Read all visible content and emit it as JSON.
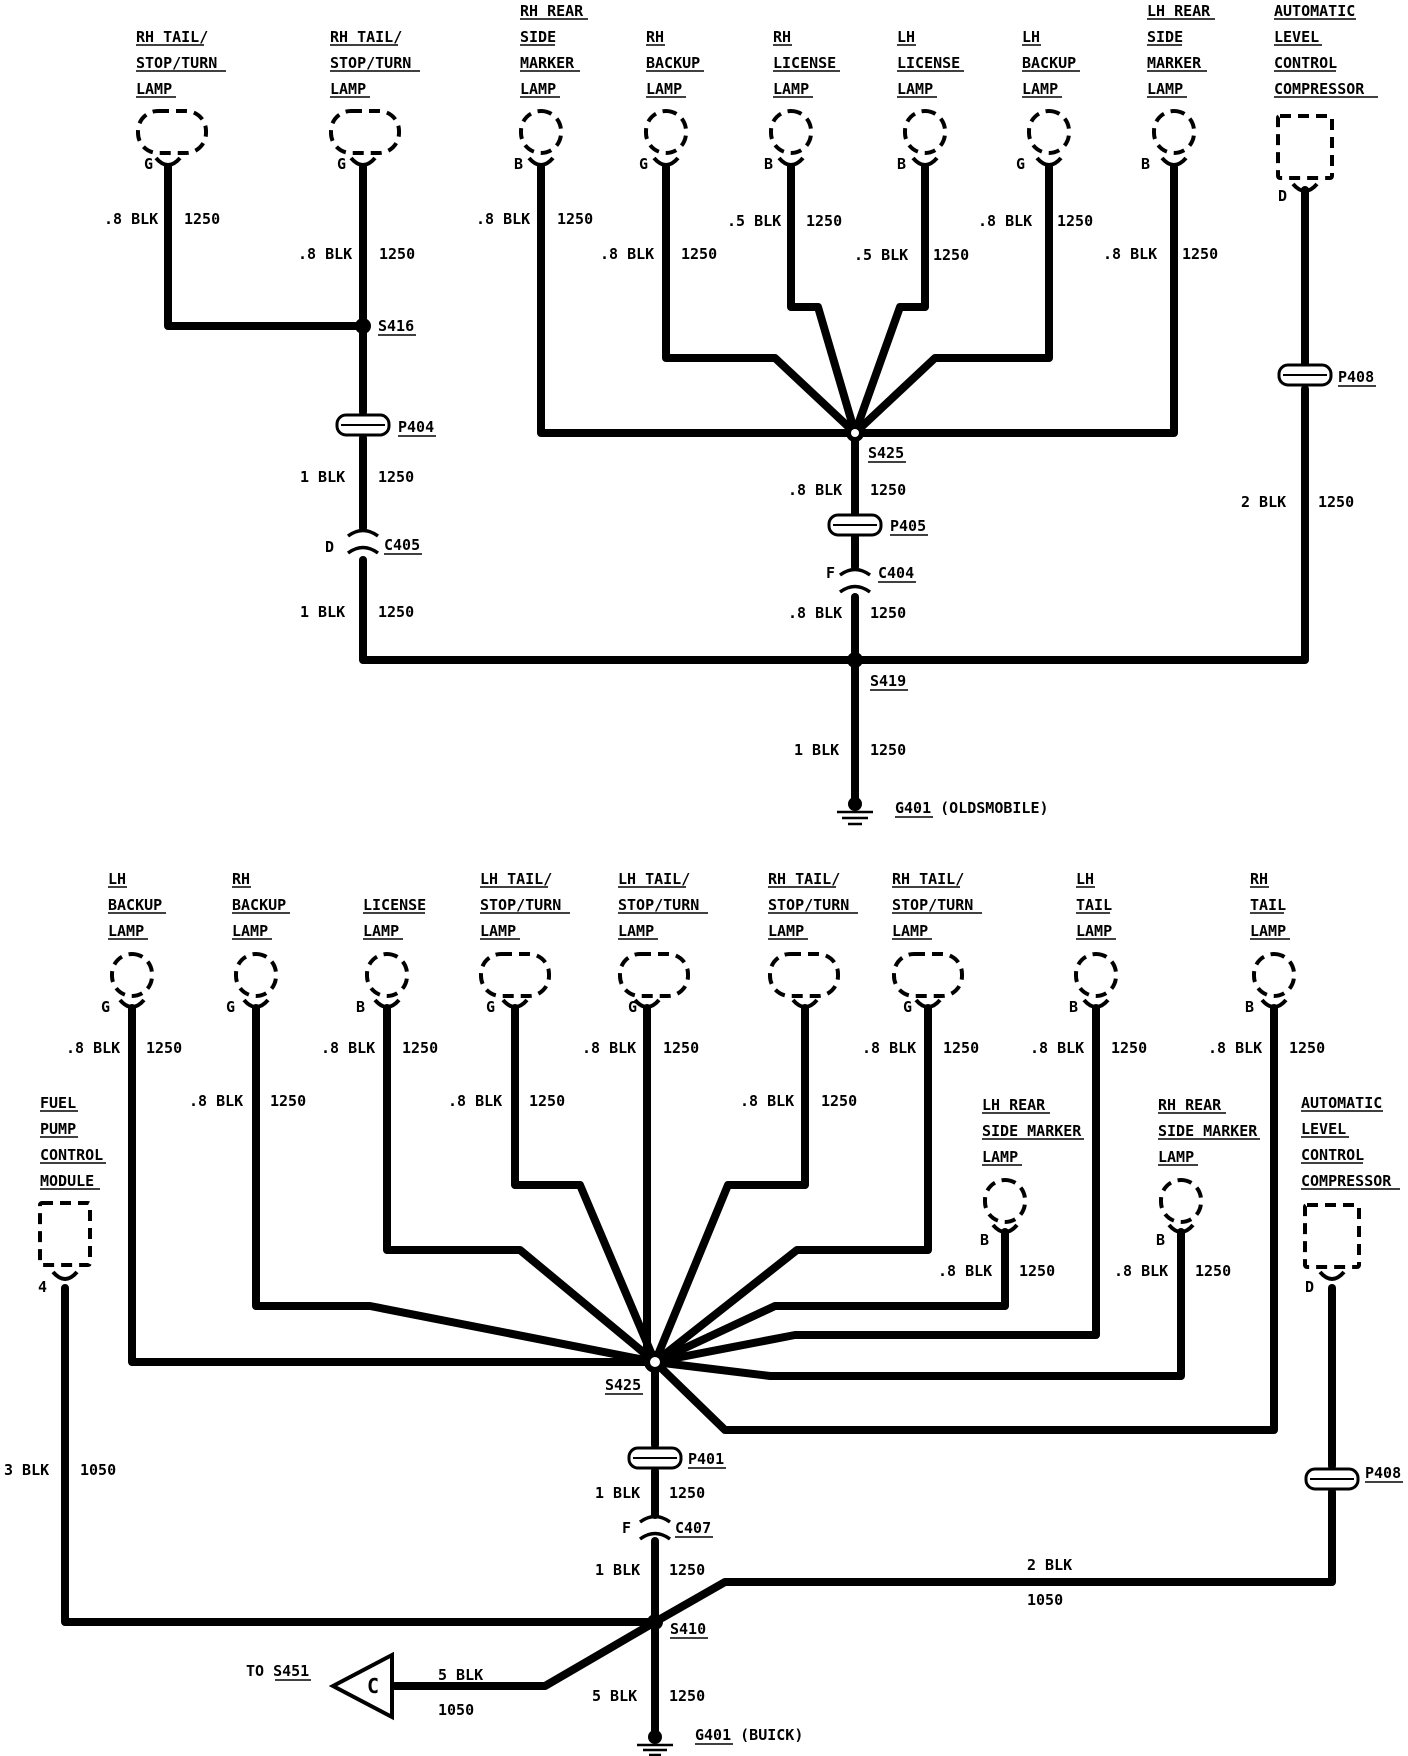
{
  "top_diagram": {
    "lamps": [
      {
        "id": "t_rh_tail1",
        "lines": [
          "RH TAIL/",
          "STOP/TURN",
          "LAMP"
        ],
        "pin": "G"
      },
      {
        "id": "t_rh_tail2",
        "lines": [
          "RH TAIL/",
          "STOP/TURN",
          "LAMP"
        ],
        "pin": "G"
      },
      {
        "id": "t_rh_side",
        "lines": [
          "RH REAR",
          "SIDE",
          "MARKER",
          "LAMP"
        ],
        "pin": "B"
      },
      {
        "id": "t_rh_backup",
        "lines": [
          "RH",
          "BACKUP",
          "LAMP"
        ],
        "pin": "G"
      },
      {
        "id": "t_rh_license",
        "lines": [
          "RH",
          "LICENSE",
          "LAMP"
        ],
        "pin": "B"
      },
      {
        "id": "t_lh_license",
        "lines": [
          "LH",
          "LICENSE",
          "LAMP"
        ],
        "pin": "B"
      },
      {
        "id": "t_lh_backup",
        "lines": [
          "LH",
          "BACKUP",
          "LAMP"
        ],
        "pin": "G"
      },
      {
        "id": "t_lh_side",
        "lines": [
          "LH REAR",
          "SIDE",
          "MARKER",
          "LAMP"
        ],
        "pin": "B"
      },
      {
        "id": "t_alc",
        "lines": [
          "AUTOMATIC",
          "LEVEL",
          "CONTROL",
          "COMPRESSOR"
        ],
        "pin": "D"
      }
    ],
    "wire_labels": [
      {
        "id": "tw1",
        "size": ".8 BLK",
        "circuit": "1250"
      },
      {
        "id": "tw2",
        "size": ".8 BLK",
        "circuit": "1250"
      },
      {
        "id": "tw3",
        "size": ".8 BLK",
        "circuit": "1250"
      },
      {
        "id": "tw4",
        "size": ".8 BLK",
        "circuit": "1250"
      },
      {
        "id": "tw5",
        "size": ".5 BLK",
        "circuit": "1250"
      },
      {
        "id": "tw6",
        "size": ".5 BLK",
        "circuit": "1250"
      },
      {
        "id": "tw7",
        "size": ".8 BLK",
        "circuit": "1250"
      },
      {
        "id": "tw8",
        "size": ".8 BLK",
        "circuit": "1250"
      },
      {
        "id": "tw9",
        "size": "1 BLK",
        "circuit": "1250"
      },
      {
        "id": "tw10",
        "size": "1 BLK",
        "circuit": "1250"
      },
      {
        "id": "tw11",
        "size": ".8 BLK",
        "circuit": "1250"
      },
      {
        "id": "tw12",
        "size": ".8 BLK",
        "circuit": "1250"
      },
      {
        "id": "tw13",
        "size": "2 BLK",
        "circuit": "1250"
      },
      {
        "id": "tw14",
        "size": "1 BLK",
        "circuit": "1250"
      }
    ],
    "components": [
      {
        "id": "s416",
        "label": "S416"
      },
      {
        "id": "p404",
        "label": "P404"
      },
      {
        "id": "c405",
        "label": "C405",
        "pin": "D"
      },
      {
        "id": "s425",
        "label": "S425"
      },
      {
        "id": "p405",
        "label": "P405"
      },
      {
        "id": "c404",
        "label": "C404",
        "pin": "F"
      },
      {
        "id": "p408",
        "label": "P408"
      },
      {
        "id": "s419",
        "label": "S419"
      },
      {
        "id": "g401",
        "label": "G401",
        "note": " (OLDSMOBILE)"
      }
    ]
  },
  "bottom_diagram": {
    "lamps": [
      {
        "id": "b_lh_backup",
        "lines": [
          "LH",
          "BACKUP",
          "LAMP"
        ],
        "pin": "G"
      },
      {
        "id": "b_rh_backup",
        "lines": [
          "RH",
          "BACKUP",
          "LAMP"
        ],
        "pin": "G"
      },
      {
        "id": "b_license",
        "lines": [
          "LICENSE",
          "LAMP"
        ],
        "pin": "B"
      },
      {
        "id": "b_lh_tail1",
        "lines": [
          "LH TAIL/",
          "STOP/TURN",
          "LAMP"
        ],
        "pin": "G"
      },
      {
        "id": "b_lh_tail2",
        "lines": [
          "LH TAIL/",
          "STOP/TURN",
          "LAMP"
        ],
        "pin": "G"
      },
      {
        "id": "b_rh_tail1",
        "lines": [
          "RH TAIL/",
          "STOP/TURN",
          "LAMP"
        ],
        "pin": ""
      },
      {
        "id": "b_rh_tail2",
        "lines": [
          "RH TAIL/",
          "STOP/TURN",
          "LAMP"
        ],
        "pin": "G"
      },
      {
        "id": "b_lh_tail",
        "lines": [
          "LH",
          "TAIL",
          "LAMP"
        ],
        "pin": "B"
      },
      {
        "id": "b_rh_tail",
        "lines": [
          "RH",
          "TAIL",
          "LAMP"
        ],
        "pin": "B"
      },
      {
        "id": "b_lh_side",
        "lines": [
          "LH REAR",
          "SIDE MARKER",
          "LAMP"
        ],
        "pin": "B"
      },
      {
        "id": "b_rh_side",
        "lines": [
          "RH REAR",
          "SIDE MARKER",
          "LAMP"
        ],
        "pin": "B"
      },
      {
        "id": "b_fuel",
        "lines": [
          "FUEL",
          "PUMP",
          "CONTROL",
          "MODULE"
        ],
        "pin": "4"
      },
      {
        "id": "b_alc",
        "lines": [
          "AUTOMATIC",
          "LEVEL",
          "CONTROL",
          "COMPRESSOR"
        ],
        "pin": "D"
      }
    ],
    "wire_labels": [
      {
        "id": "bw1",
        "size": ".8 BLK",
        "circuit": "1250"
      },
      {
        "id": "bw2",
        "size": ".8 BLK",
        "circuit": "1250"
      },
      {
        "id": "bw3",
        "size": ".8 BLK",
        "circuit": "1250"
      },
      {
        "id": "bw4",
        "size": ".8 BLK",
        "circuit": "1250"
      },
      {
        "id": "bw5",
        "size": ".8 BLK",
        "circuit": "1250"
      },
      {
        "id": "bw6",
        "size": ".8 BLK",
        "circuit": "1250"
      },
      {
        "id": "bw7",
        "size": ".8 BLK",
        "circuit": "1250"
      },
      {
        "id": "bw8",
        "size": ".8 BLK",
        "circuit": "1250"
      },
      {
        "id": "bw9",
        "size": ".8 BLK",
        "circuit": "1250"
      },
      {
        "id": "bw10",
        "size": ".8 BLK",
        "circuit": "1250"
      },
      {
        "id": "bw11",
        "size": ".8 BLK",
        "circuit": "1250"
      },
      {
        "id": "bw12",
        "size": "3 BLK",
        "circuit": "1050"
      },
      {
        "id": "bw13",
        "size": "1 BLK",
        "circuit": "1250"
      },
      {
        "id": "bw14",
        "size": "1 BLK",
        "circuit": "1250"
      },
      {
        "id": "bw15",
        "size": "2 BLK",
        "circuit": "1050"
      },
      {
        "id": "bw16",
        "size": "5 BLK",
        "circuit": "1050"
      },
      {
        "id": "bw17",
        "size": "5 BLK",
        "circuit": "1250"
      }
    ],
    "components": [
      {
        "id": "s425",
        "label": "S425"
      },
      {
        "id": "p401",
        "label": "P401"
      },
      {
        "id": "c407",
        "label": "C407",
        "pin": "F"
      },
      {
        "id": "p408",
        "label": "P408"
      },
      {
        "id": "s410",
        "label": "S410"
      },
      {
        "id": "g401",
        "label": "G401",
        "note": " (BUICK)"
      },
      {
        "id": "conn_c",
        "label": "C"
      },
      {
        "id": "to_s451",
        "label": "TO S451"
      }
    ]
  }
}
